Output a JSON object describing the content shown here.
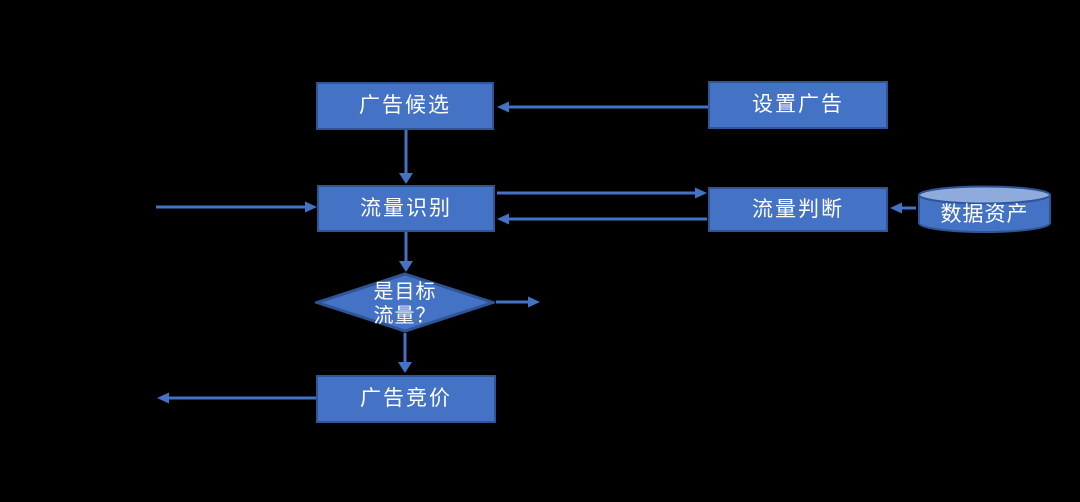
{
  "diagram": {
    "title": "ad traffic decision flowchart",
    "background": "#000000",
    "colors": {
      "node_fill": "#4472C4",
      "node_border": "#2F5597",
      "cylinder_top": "#8FAADC",
      "arrow": "#4472C4",
      "text": "#FFFFFF",
      "background": "#000000"
    },
    "nodes": {
      "ad_candidates": {
        "label": "广告候选",
        "shape": "rect"
      },
      "ad_setup": {
        "label": "设置广告",
        "shape": "rect"
      },
      "traffic_recognition": {
        "label": "流量识别",
        "shape": "rect"
      },
      "traffic_judgment": {
        "label": "流量判断",
        "shape": "rect"
      },
      "data_assets": {
        "label": "数据资产",
        "shape": "cylinder"
      },
      "target_traffic_decision": {
        "label": "是目标\n流量？",
        "shape": "diamond"
      },
      "ad_bidding": {
        "label": "广告竞价",
        "shape": "rect"
      }
    },
    "edges": [
      {
        "from": "ad_setup",
        "to": "ad_candidates",
        "direction": "left"
      },
      {
        "from": "ad_candidates",
        "to": "traffic_recognition",
        "direction": "down"
      },
      {
        "from": "external_left",
        "to": "traffic_recognition",
        "direction": "right"
      },
      {
        "from": "traffic_recognition",
        "to": "traffic_judgment",
        "direction": "right"
      },
      {
        "from": "traffic_judgment",
        "to": "traffic_recognition",
        "direction": "left"
      },
      {
        "from": "data_assets",
        "to": "traffic_judgment",
        "direction": "left"
      },
      {
        "from": "traffic_recognition",
        "to": "target_traffic_decision",
        "direction": "down"
      },
      {
        "from": "target_traffic_decision",
        "to": "external_right",
        "direction": "right"
      },
      {
        "from": "target_traffic_decision",
        "to": "ad_bidding",
        "direction": "down"
      },
      {
        "from": "ad_bidding",
        "to": "external_left",
        "direction": "left"
      }
    ]
  }
}
